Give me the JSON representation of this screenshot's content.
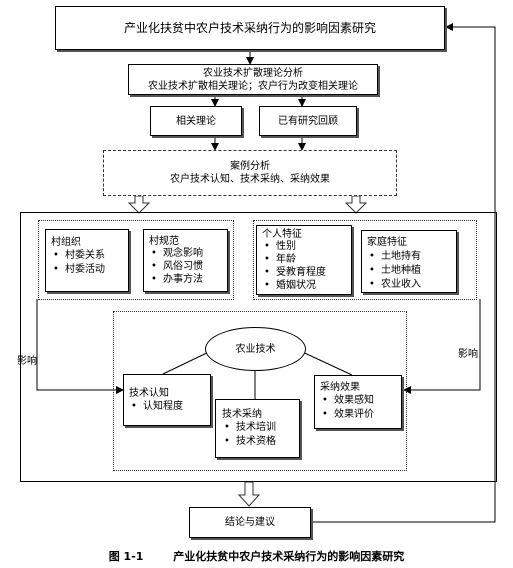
{
  "title": "产业化扶贫中农户技术采纳行为的影响因素研究",
  "theory": {
    "line1": "农业技术扩散理论分析",
    "line2": "农业技术扩散相关理论；农户行为改变相关理论"
  },
  "related_theory": "相关理论",
  "existing_review": "已有研究回顾",
  "case_analysis": {
    "line1": "案例分析",
    "line2": "农户技术认知、技术采纳、采纳效果"
  },
  "village_org": {
    "title": "村组织",
    "items": [
      "村委关系",
      "村委活动"
    ]
  },
  "village_norms": {
    "title": "村规范",
    "items": [
      "观念影响",
      "风俗习惯",
      "办事方法"
    ]
  },
  "personal": {
    "title": "个人特征",
    "items": [
      "性别",
      "年龄",
      "受教育程度",
      "婚姻状况"
    ]
  },
  "family": {
    "title": "家庭特征",
    "items": [
      "土地持有",
      "土地种植",
      "农业收入"
    ]
  },
  "influence_left": "影响",
  "influence_right": "影响",
  "agri_tech": "农业技术",
  "tech_cognition": {
    "title": "技术认知",
    "items": [
      "认知程度"
    ]
  },
  "tech_adoption": {
    "title": "技术采纳",
    "items": [
      "技术培训",
      "技术资格"
    ]
  },
  "adoption_effect": {
    "title": "采纳效果",
    "items": [
      "效果感知",
      "效果评价"
    ]
  },
  "conclusion": "结论与建议",
  "caption": {
    "number": "图 1-1",
    "text": "产业化扶贫中农户技术采纳行为的影响因素研究"
  }
}
